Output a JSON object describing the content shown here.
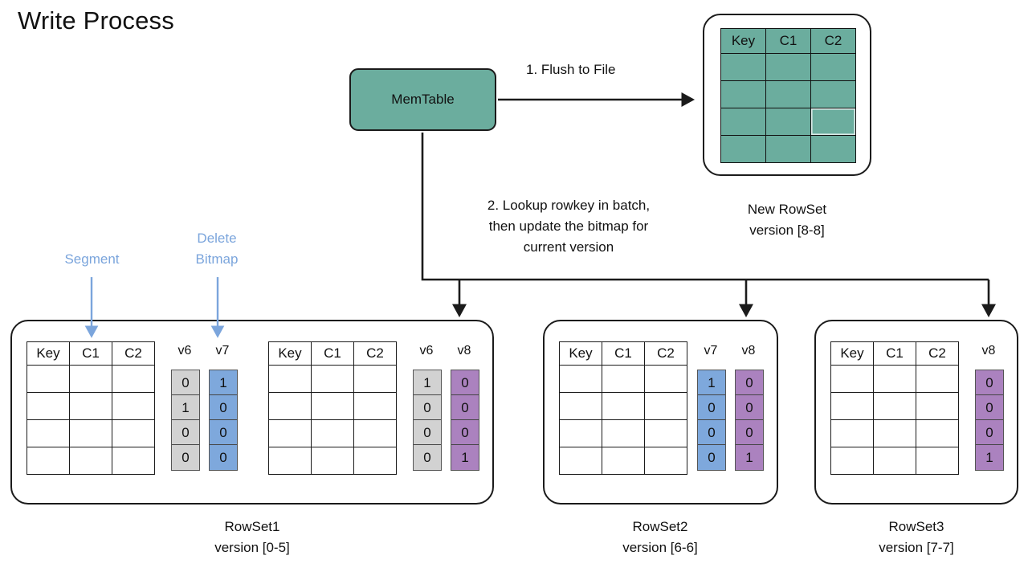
{
  "title": "Write Process",
  "colors": {
    "green": "#6BAD9E",
    "gray": "#D2D2D2",
    "blue": "#7EA8DC",
    "purple": "#AB82BF",
    "callout_blue": "#7BA5DC",
    "stroke": "#1b1b1b",
    "background": "#ffffff"
  },
  "memtable": {
    "label": "MemTable"
  },
  "steps": {
    "step1": "1. Flush to File",
    "step2_line1": "2. Lookup rowkey in batch,",
    "step2_line2": "then update the bitmap for",
    "step2_line3": "current version"
  },
  "callouts": {
    "segment": "Segment",
    "delete_bitmap_line1": "Delete",
    "delete_bitmap_line2": "Bitmap"
  },
  "table_headers": [
    "Key",
    "C1",
    "C2"
  ],
  "new_rowset": {
    "caption_line1": "New RowSet",
    "caption_line2": "version [8-8]",
    "headers": [
      "Key",
      "C1",
      "C2"
    ],
    "rows": [
      [
        "",
        "",
        ""
      ],
      [
        "",
        "",
        ""
      ],
      [
        "",
        "",
        ""
      ],
      [
        "",
        "",
        ""
      ]
    ]
  },
  "rowsets": [
    {
      "name": "RowSet1",
      "caption_line1": "RowSet1",
      "caption_line2": "version [0-5]",
      "segments": [
        {
          "headers": [
            "Key",
            "C1",
            "C2"
          ],
          "rows": [
            [
              "",
              "",
              ""
            ],
            [
              "",
              "",
              ""
            ],
            [
              "",
              "",
              ""
            ],
            [
              "",
              "",
              ""
            ]
          ],
          "bitmaps": [
            {
              "version": "v6",
              "color": "gray",
              "values": [
                "0",
                "1",
                "0",
                "0"
              ]
            },
            {
              "version": "v7",
              "color": "blue",
              "values": [
                "1",
                "0",
                "0",
                "0"
              ]
            }
          ]
        },
        {
          "headers": [
            "Key",
            "C1",
            "C2"
          ],
          "rows": [
            [
              "",
              "",
              ""
            ],
            [
              "",
              "",
              ""
            ],
            [
              "",
              "",
              ""
            ],
            [
              "",
              "",
              ""
            ]
          ],
          "bitmaps": [
            {
              "version": "v6",
              "color": "gray",
              "values": [
                "1",
                "0",
                "0",
                "0"
              ]
            },
            {
              "version": "v8",
              "color": "purple",
              "values": [
                "0",
                "0",
                "0",
                "1"
              ]
            }
          ]
        }
      ]
    },
    {
      "name": "RowSet2",
      "caption_line1": "RowSet2",
      "caption_line2": "version [6-6]",
      "segments": [
        {
          "headers": [
            "Key",
            "C1",
            "C2"
          ],
          "rows": [
            [
              "",
              "",
              ""
            ],
            [
              "",
              "",
              ""
            ],
            [
              "",
              "",
              ""
            ],
            [
              "",
              "",
              ""
            ]
          ],
          "bitmaps": [
            {
              "version": "v7",
              "color": "blue",
              "values": [
                "1",
                "0",
                "0",
                "0"
              ]
            },
            {
              "version": "v8",
              "color": "purple",
              "values": [
                "0",
                "0",
                "0",
                "1"
              ]
            }
          ]
        }
      ]
    },
    {
      "name": "RowSet3",
      "caption_line1": "RowSet3",
      "caption_line2": "version [7-7]",
      "segments": [
        {
          "headers": [
            "Key",
            "C1",
            "C2"
          ],
          "rows": [
            [
              "",
              "",
              ""
            ],
            [
              "",
              "",
              ""
            ],
            [
              "",
              "",
              ""
            ],
            [
              "",
              "",
              ""
            ]
          ],
          "bitmaps": [
            {
              "version": "v8",
              "color": "purple",
              "values": [
                "0",
                "0",
                "0",
                "1"
              ]
            }
          ]
        }
      ]
    }
  ]
}
